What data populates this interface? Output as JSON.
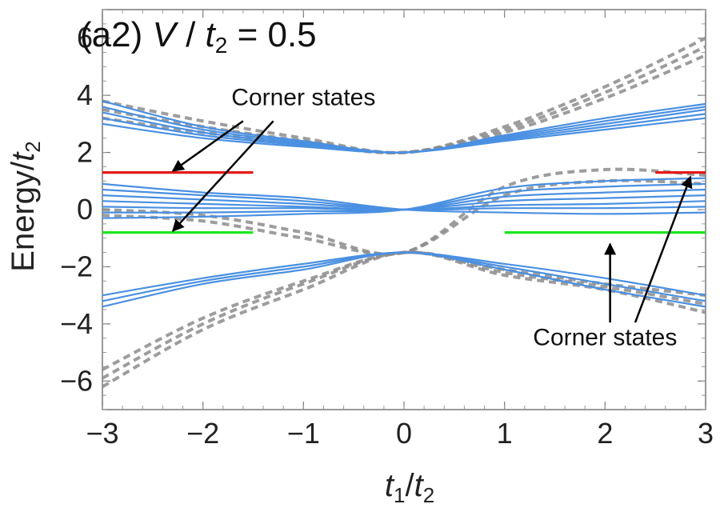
{
  "chart_data": {
    "type": "line",
    "panel_label": "(a2) V / t2 = 0.5",
    "panel_parts": {
      "prefix": "(a2) ",
      "var": "V",
      "mid": " / ",
      "t": "t",
      "sub": "2",
      "suffix": " = 0.5"
    },
    "xlabel_parts": {
      "t1": "t",
      "s1": "1",
      "slash": "/",
      "t2": "t",
      "s2": "2"
    },
    "ylabel_parts": {
      "a": "Energy/",
      "t": "t",
      "s": "2"
    },
    "xlim": [
      -3,
      3
    ],
    "ylim": [
      -7,
      7
    ],
    "x_ticks": [
      -3,
      -2,
      -1,
      0,
      1,
      2,
      3
    ],
    "x_tick_labels": [
      "−3",
      "−2",
      "−1",
      "0",
      "1",
      "2",
      "3"
    ],
    "y_ticks": [
      -6,
      -4,
      -2,
      0,
      2,
      4,
      6
    ],
    "y_tick_labels": [
      "−6",
      "−4",
      "−2",
      "0",
      "2",
      "4",
      "6"
    ],
    "grid": false,
    "series": [
      {
        "style": "solid-blue",
        "color": "#4a90e2",
        "x": [
          -3,
          -2,
          -1,
          0,
          1,
          2,
          3
        ],
        "lines": [
          [
            3.0,
            2.5,
            2.2,
            2.0,
            2.4,
            2.8,
            3.2
          ],
          [
            3.2,
            2.6,
            2.25,
            2.0,
            2.45,
            2.9,
            3.35
          ],
          [
            3.4,
            2.7,
            2.3,
            2.0,
            2.5,
            3.0,
            3.5
          ],
          [
            3.6,
            2.8,
            2.35,
            2.0,
            2.55,
            3.1,
            3.6
          ],
          [
            3.8,
            2.9,
            2.4,
            2.0,
            2.6,
            3.2,
            3.7
          ],
          [
            0.9,
            0.6,
            0.4,
            0.0,
            -0.1,
            -0.15,
            -0.1
          ],
          [
            0.7,
            0.5,
            0.3,
            0.0,
            0.05,
            0.05,
            0.1
          ],
          [
            0.5,
            0.35,
            0.2,
            0.0,
            0.15,
            0.2,
            0.3
          ],
          [
            0.3,
            0.2,
            0.1,
            0.0,
            0.3,
            0.4,
            0.5
          ],
          [
            0.1,
            0.05,
            0.05,
            0.0,
            0.45,
            0.6,
            0.7
          ],
          [
            -0.1,
            -0.1,
            -0.05,
            0.0,
            0.6,
            0.8,
            0.9
          ],
          [
            -0.3,
            -0.25,
            -0.15,
            0.0,
            0.75,
            1.0,
            1.1
          ],
          [
            -3.0,
            -2.4,
            -1.9,
            -1.5,
            -1.9,
            -2.4,
            -3.0
          ],
          [
            -3.2,
            -2.5,
            -2.0,
            -1.5,
            -2.0,
            -2.6,
            -3.2
          ],
          [
            -3.4,
            -2.6,
            -2.1,
            -1.5,
            -2.1,
            -2.8,
            -3.4
          ]
        ]
      },
      {
        "style": "dashed-gray",
        "color": "#8c8c8c",
        "x": [
          -3,
          -2,
          -1,
          0,
          1,
          2,
          3
        ],
        "lines": [
          [
            3.8,
            3.1,
            2.5,
            2.0,
            2.9,
            4.3,
            6.0
          ],
          [
            3.5,
            2.9,
            2.4,
            2.0,
            2.8,
            4.1,
            5.7
          ],
          [
            3.2,
            2.7,
            2.3,
            2.0,
            2.7,
            3.9,
            5.4
          ],
          [
            0.0,
            -0.2,
            -0.8,
            -1.5,
            0.8,
            1.4,
            1.2
          ],
          [
            -0.2,
            -0.4,
            -1.0,
            -1.5,
            0.5,
            1.0,
            0.9
          ],
          [
            -6.2,
            -4.2,
            -2.8,
            -1.5,
            -2.3,
            -2.8,
            -3.6
          ],
          [
            -5.9,
            -4.0,
            -2.6,
            -1.5,
            -2.2,
            -2.7,
            -3.3
          ],
          [
            -5.6,
            -3.8,
            -2.5,
            -1.5,
            -2.1,
            -2.6,
            -3.0
          ]
        ]
      },
      {
        "style": "red",
        "color": "#e31a1a",
        "lines": [
          {
            "x": [
              -3,
              -1.5
            ],
            "y": [
              1.3,
              1.3
            ]
          },
          {
            "x": [
              2.5,
              3.0
            ],
            "y": [
              1.3,
              1.3
            ]
          }
        ]
      },
      {
        "style": "green",
        "color": "#1ee61e",
        "lines": [
          {
            "x": [
              -3,
              -1.5
            ],
            "y": [
              -0.8,
              -0.8
            ]
          },
          {
            "x": [
              1.0,
              3.0
            ],
            "y": [
              -0.8,
              -0.8
            ]
          }
        ]
      }
    ],
    "annotations": [
      {
        "text": "Corner states",
        "text_pos": [
          -1.0,
          3.65
        ],
        "arrows": [
          {
            "from": [
              -1.6,
              3.1
            ],
            "to": [
              -2.3,
              1.35
            ]
          },
          {
            "from": [
              -1.3,
              3.1
            ],
            "to": [
              -2.3,
              -0.75
            ]
          }
        ]
      },
      {
        "text": "Corner states",
        "text_pos": [
          2.0,
          -4.75
        ],
        "arrows": [
          {
            "from": [
              2.05,
              -3.95
            ],
            "to": [
              2.05,
              -1.2
            ]
          },
          {
            "from": [
              2.3,
              -3.95
            ],
            "to": [
              2.85,
              1.15
            ]
          }
        ]
      }
    ]
  }
}
